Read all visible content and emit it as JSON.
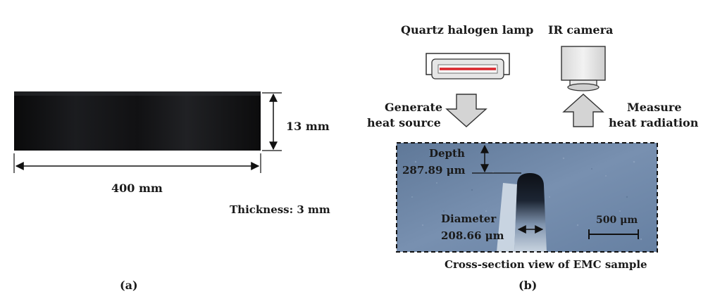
{
  "panel_a": {
    "width_label": "400 mm",
    "height_label": "13 mm",
    "thickness_label": "Thickness: 3 mm",
    "caption": "(a)"
  },
  "panel_b": {
    "lamp_label": "Quartz halogen lamp",
    "camera_label": "IR camera",
    "generate_line1": "Generate",
    "generate_line2": "heat source",
    "measure_line1": "Measure",
    "measure_line2": "heat radiation",
    "depth_label": "Depth",
    "depth_value": "287.89 μm",
    "diameter_label": "Diameter",
    "diameter_value": "208.66 μm",
    "scale_bar_label": "500 μm",
    "section_caption": "Cross-section view of EMC sample",
    "caption": "(b)"
  },
  "colors": {
    "sample": "#0f0f10",
    "lamp_element": "#d9232a",
    "micrograph": "#6f86a6",
    "arrow_fill": "#d4d4d4"
  }
}
